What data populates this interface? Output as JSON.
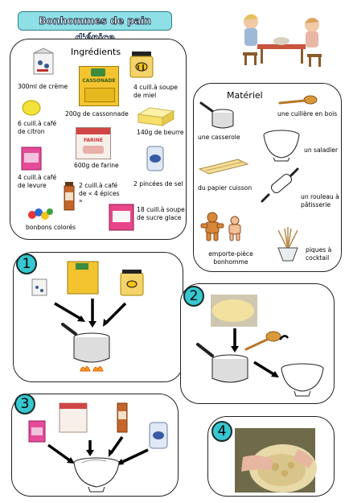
{
  "title": "Bonhommes de pain d'épice",
  "ingredients": {
    "header": "Ingrédients",
    "items": [
      {
        "text": "300ml de crème"
      },
      {
        "text": "200g de cassonnade"
      },
      {
        "text": "4 cuill.à soupe de miel"
      },
      {
        "text": "6 cuill.à café de citron"
      },
      {
        "text": "140g de beurre"
      },
      {
        "text": "600g de farine"
      },
      {
        "text": "4 cuill.à café de levure"
      },
      {
        "text": "2 pincées de sel"
      },
      {
        "text": "2 cuill.à café de « 4 épices »"
      },
      {
        "text": "bonbons colorés"
      },
      {
        "text": "18 cuill.à soupe de sucre glace"
      }
    ],
    "package_text": {
      "cassonnade": "CASSONADE",
      "farine": "FARINE"
    }
  },
  "materiel": {
    "header": "Matériel",
    "items": [
      {
        "text": "une casserole"
      },
      {
        "text": "une cuillère en bois"
      },
      {
        "text": "un saladier"
      },
      {
        "text": "du papier cuisson"
      },
      {
        "text": "un rouleau à pâtisserie"
      },
      {
        "text": "emporte-pièce bonhomme"
      },
      {
        "text": "piques à cocktail"
      }
    ]
  },
  "steps": [
    {
      "number": "1"
    },
    {
      "number": "2"
    },
    {
      "number": "3"
    },
    {
      "number": "4"
    }
  ],
  "colors": {
    "accent": "#36c7d0",
    "title_bg": "#8fe0e6",
    "arrow": "#000000"
  }
}
